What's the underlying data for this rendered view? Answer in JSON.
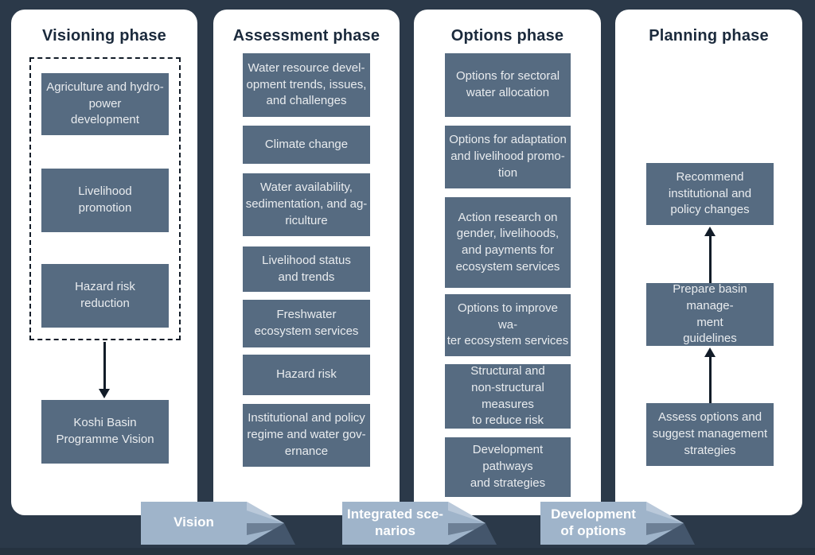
{
  "palette": {
    "background": "#2b3949",
    "background_bottom": "#253240",
    "column_bg": "#ffffff",
    "box_bg": "#566b81",
    "box_text": "#e9ecef",
    "title_text": "#1b2a3c",
    "connector": "#121c28",
    "arrow_body": "#9fb4ca",
    "arrow_bevel": "#bac9da",
    "arrow_shadow": "#44566c",
    "arrow_text": "#ffffff"
  },
  "columns": [
    {
      "title": "Visioning phase",
      "boxes": [
        "Agriculture and hydro-\npower\ndevelopment",
        "Livelihood\npromotion",
        "Hazard risk\nreduction"
      ],
      "result_box": "Koshi Basin\nProgramme Vision"
    },
    {
      "title": "Assessment phase",
      "boxes": [
        "Water resource devel-\nopment trends, issues,\nand challenges",
        "Climate change",
        "Water availability,\nsedimentation, and ag-\nriculture",
        "Livelihood status\nand trends",
        "Freshwater\necosystem services",
        "Hazard risk",
        "Institutional and policy\nregime and water gov-\nernance"
      ]
    },
    {
      "title": "Options phase",
      "boxes": [
        "Options for sectoral\nwater allocation",
        "Options for adaptation\nand livelihood promo-\ntion",
        "Action research on\ngender, livelihoods,\nand payments for\necosystem services",
        "Options to improve wa-\nter ecosystem services",
        "Structural and\nnon-structural measures\nto reduce risk",
        "Development pathways\nand strategies"
      ]
    },
    {
      "title": "Planning phase",
      "boxes": [
        "Recommend\ninstitutional and\npolicy changes",
        "Prepare basin manage-\nment\nguidelines",
        "Assess options and\nsuggest management\nstrategies"
      ]
    }
  ],
  "flow_arrows": [
    {
      "label": "Vision"
    },
    {
      "label": "Integrated sce-\nnarios"
    },
    {
      "label": "Development\nof options"
    }
  ]
}
